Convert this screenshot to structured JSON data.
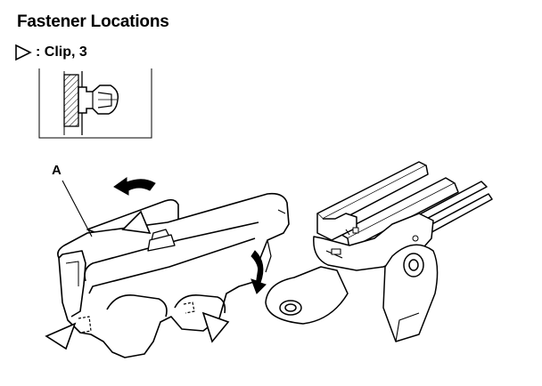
{
  "title": "Fastener Locations",
  "legend": {
    "symbol": "open-triangle-icon",
    "label": ": Clip, 3"
  },
  "callouts": {
    "a": "A"
  },
  "colors": {
    "ink": "#000000",
    "paper": "#ffffff"
  }
}
